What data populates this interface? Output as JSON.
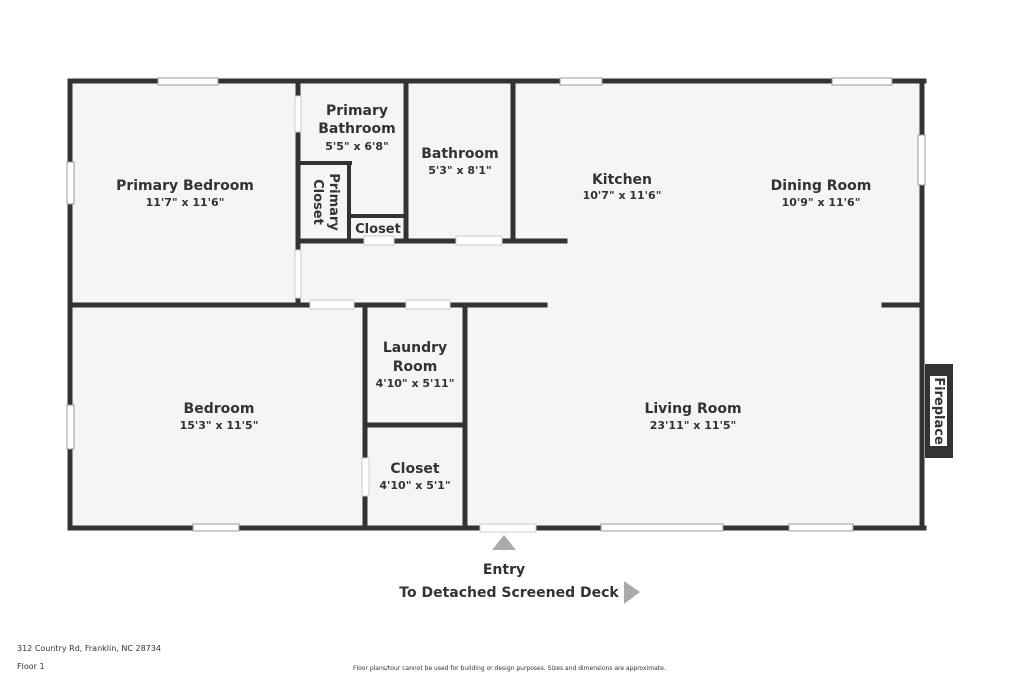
{
  "rooms": {
    "primary_bedroom": {
      "name": "Primary Bedroom",
      "dims": "11'7\" x 11'6\""
    },
    "primary_bathroom": {
      "name_line1": "Primary",
      "name_line2": "Bathroom",
      "dims": "5'5\" x 6'8\""
    },
    "primary_closet": {
      "name_line1": "Primary",
      "name_line2": "Closet"
    },
    "closet_small": {
      "name": "Closet"
    },
    "bathroom": {
      "name": "Bathroom",
      "dims": "5'3\" x 8'1\""
    },
    "kitchen": {
      "name": "Kitchen",
      "dims": "10'7\" x 11'6\""
    },
    "dining_room": {
      "name": "Dining Room",
      "dims": "10'9\" x 11'6\""
    },
    "bedroom": {
      "name": "Bedroom",
      "dims": "15'3\" x 11'5\""
    },
    "laundry_room": {
      "name_line1": "Laundry",
      "name_line2": "Room",
      "dims": "4'10\" x 5'11\""
    },
    "closet_lower": {
      "name": "Closet",
      "dims": "4'10\" x 5'1\""
    },
    "living_room": {
      "name": "Living Room",
      "dims": "23'11\" x 11'5\""
    },
    "fireplace": {
      "name": "Fireplace"
    }
  },
  "labels": {
    "entry": "Entry",
    "deck": "To Detached Screened Deck"
  },
  "footer": {
    "address": "312 Country Rd, Franklin, NC 28734",
    "floor": "Floor 1",
    "disclaimer": "Floor plans/tour cannot be used for building or design purposes. Sizes and dimensions are approximate."
  },
  "colors": {
    "wall": "#333333",
    "floor": "#f5f5f5",
    "window": "#bbbbbb"
  }
}
